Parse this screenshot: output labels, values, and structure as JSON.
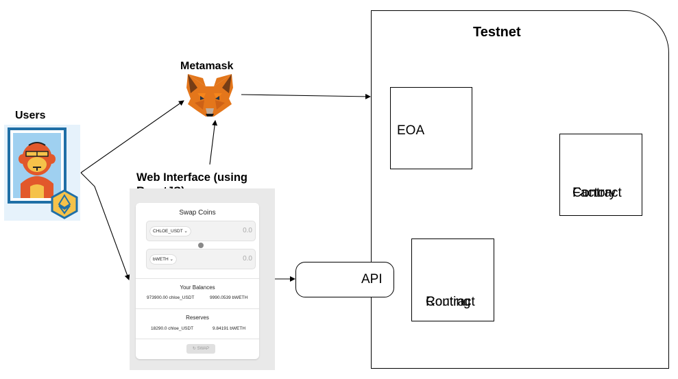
{
  "users": {
    "label": "Users"
  },
  "metamask": {
    "label": "Metamask"
  },
  "web_interface": {
    "label_line1": "Web Interface (using",
    "label_line2": "ReactJS)",
    "card": {
      "title": "Swap Coins",
      "from_token": "CHLOE_USDT ⌄",
      "from_value": "0.0",
      "to_token": "bWETH ⌄",
      "to_value": "0.0",
      "balances_title": "Your Balances",
      "balance_1": "973900.00 chloe_USDT",
      "balance_2": "9990.0539 bWETH",
      "reserves_title": "Reserves",
      "reserve_1": "18290.0 chloe_USDT",
      "reserve_2": "9.84191 bWETH",
      "swap_button": "↻ SWAP"
    }
  },
  "api": {
    "label": "API"
  },
  "testnet": {
    "title": "Testnet",
    "eoa": "EOA",
    "factory_line1": "Factory",
    "factory_line2": "Contract",
    "routing_line1": "Routing",
    "routing_line2": "Contract"
  },
  "colors": {
    "avatar_bg": "#e6f2fb",
    "frame_blue": "#1f6fa6",
    "monkey_orange": "#e2582b",
    "badge_yellow": "#f5c24a",
    "fox_orange": "#e2761b",
    "panel_bg": "#e9e9e9"
  },
  "icons": [
    "nft-ape-avatar-icon",
    "ethereum-badge-icon",
    "metamask-fox-icon",
    "swap-direction-icon",
    "refresh-icon"
  ]
}
